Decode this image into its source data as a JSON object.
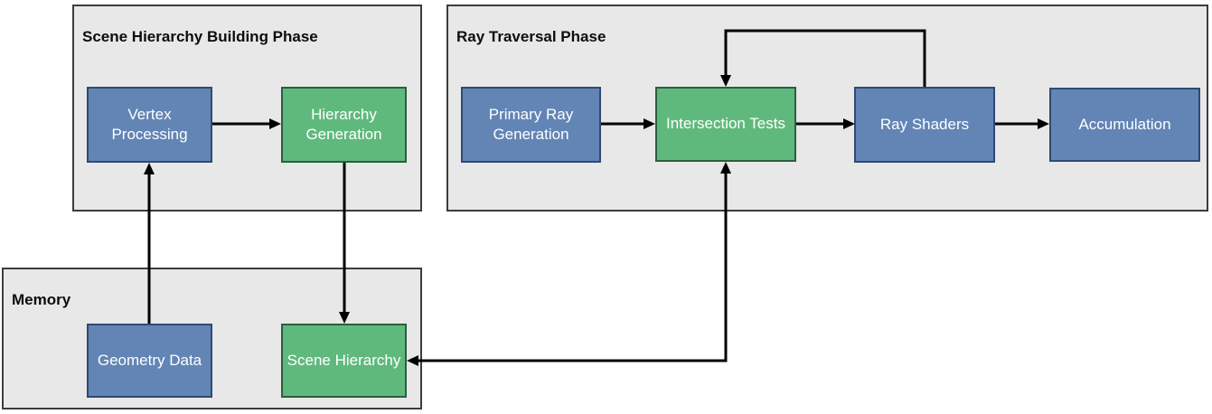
{
  "diagram": {
    "panels": [
      {
        "id": "scene-hierarchy-building-phase",
        "title": "Scene Hierarchy Building Phase"
      },
      {
        "id": "ray-traversal-phase",
        "title": "Ray Traversal Phase"
      },
      {
        "id": "memory",
        "title": "Memory"
      }
    ],
    "nodes": [
      {
        "id": "vertex-processing",
        "label": "Vertex Processing",
        "panel": "scene-hierarchy-building-phase",
        "color": "blue"
      },
      {
        "id": "hierarchy-generation",
        "label": "Hierarchy Generation",
        "panel": "scene-hierarchy-building-phase",
        "color": "green"
      },
      {
        "id": "primary-ray-generation",
        "label": "Primary Ray Generation",
        "panel": "ray-traversal-phase",
        "color": "blue"
      },
      {
        "id": "intersection-tests",
        "label": "Intersection Tests",
        "panel": "ray-traversal-phase",
        "color": "green"
      },
      {
        "id": "ray-shaders",
        "label": "Ray Shaders",
        "panel": "ray-traversal-phase",
        "color": "blue"
      },
      {
        "id": "accumulation",
        "label": "Accumulation",
        "panel": "ray-traversal-phase",
        "color": "blue"
      },
      {
        "id": "geometry-data",
        "label": "Geometry Data",
        "panel": "memory",
        "color": "blue"
      },
      {
        "id": "scene-hierarchy",
        "label": "Scene Hierarchy",
        "panel": "memory",
        "color": "green"
      }
    ],
    "edges": [
      {
        "from": "vertex-processing",
        "to": "hierarchy-generation",
        "arrow": "one-way"
      },
      {
        "from": "geometry-data",
        "to": "vertex-processing",
        "arrow": "one-way"
      },
      {
        "from": "hierarchy-generation",
        "to": "scene-hierarchy",
        "arrow": "one-way"
      },
      {
        "from": "primary-ray-generation",
        "to": "intersection-tests",
        "arrow": "one-way"
      },
      {
        "from": "intersection-tests",
        "to": "ray-shaders",
        "arrow": "one-way"
      },
      {
        "from": "ray-shaders",
        "to": "accumulation",
        "arrow": "one-way"
      },
      {
        "from": "ray-shaders",
        "to": "intersection-tests",
        "arrow": "one-way",
        "route": "loop-above-boxes"
      },
      {
        "from": "scene-hierarchy",
        "to": "intersection-tests",
        "arrow": "two-way",
        "route": "elbow-below-panels"
      }
    ],
    "colors": {
      "panel_fill": "#e8e8e8",
      "panel_border": "#3c3c3c",
      "node_blue_fill": "#6285b5",
      "node_blue_border": "#2e4a73",
      "node_green_fill": "#60b97c",
      "node_green_border": "#2b5e41",
      "node_text": "#ffffff",
      "title_text": "#0d0d0d",
      "arrow": "#000000",
      "background": "#ffffff"
    }
  }
}
